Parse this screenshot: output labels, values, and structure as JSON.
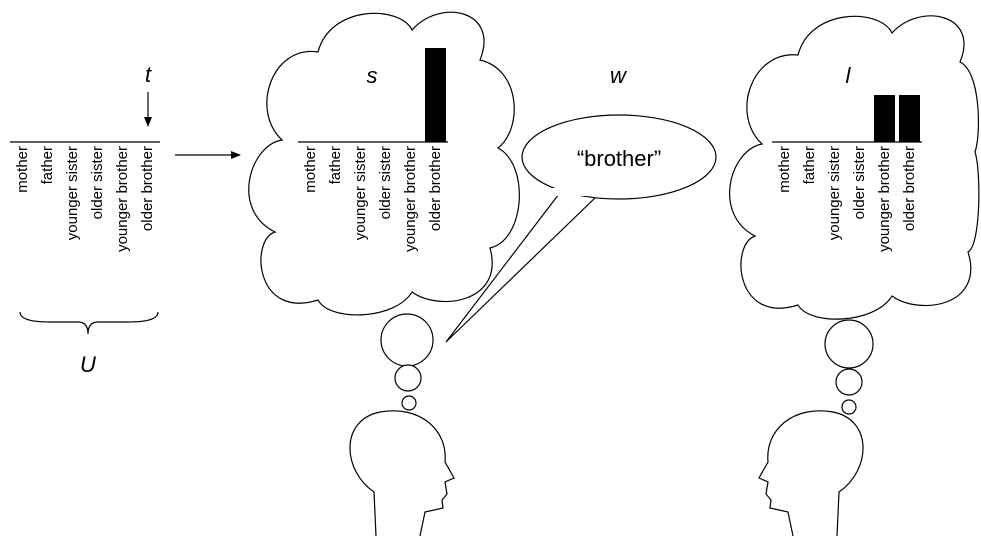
{
  "symbols": {
    "t": "t",
    "U": "U",
    "s": "s",
    "w": "w",
    "l": "l"
  },
  "categories": [
    "mother",
    "father",
    "younger sister",
    "older sister",
    "younger brother",
    "older brother"
  ],
  "utterance": "“brother”",
  "speaker_distribution": [
    0,
    0,
    0,
    0,
    0,
    1
  ],
  "listener_distribution": [
    0,
    0,
    0,
    0,
    0.5,
    0.5
  ]
}
